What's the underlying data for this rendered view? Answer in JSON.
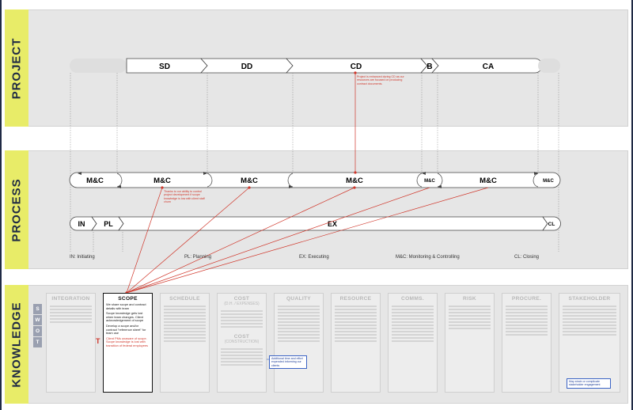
{
  "bands": {
    "project": "PROJECT",
    "process": "PROCESS",
    "knowledge": "KNOWLEDGE"
  },
  "project_phases": [
    "SD",
    "DD",
    "CD",
    "B",
    "CA"
  ],
  "process_mc": [
    "M&C",
    "M&C",
    "M&C",
    "M&C",
    "M&C",
    "M&C",
    "M&C"
  ],
  "process_steps": [
    "IN",
    "PL",
    "EX",
    "CL"
  ],
  "legend": {
    "initiating": "IN: Initiating",
    "planning": "PL: Planning",
    "executing": "EX: Executing",
    "monitoring": "M&C: Monitoring & Controlling",
    "closing": "CL: Closing"
  },
  "notes": {
    "cd": "Project is enhanced during CD as our resources are focused on producing contract documents.",
    "mc": "Thanks to our ability to control project development if scope knowledge is low with client staff churn"
  },
  "swot": [
    "S",
    "W",
    "O",
    "T"
  ],
  "knowledge_areas": [
    {
      "title": "INTEGRATION",
      "sub": ""
    },
    {
      "title": "SCOPE",
      "sub": ""
    },
    {
      "title": "SCHEDULE",
      "sub": ""
    },
    {
      "title": "COST",
      "sub": "(D.H. / EXPENSES)"
    },
    {
      "title": "QUALITY",
      "sub": ""
    },
    {
      "title": "RESOURCE",
      "sub": ""
    },
    {
      "title": "COMMS.",
      "sub": ""
    },
    {
      "title": "RISK",
      "sub": ""
    },
    {
      "title": "PROCURE.",
      "sub": ""
    },
    {
      "title": "STAKEHOLDER",
      "sub": ""
    }
  ],
  "cost_construction": {
    "title": "COST",
    "sub": "(CONSTRUCTION)"
  },
  "scope_text": {
    "p1": "We share scope and contract details with team",
    "p2": "Scope knowledge gets lost when team changes. Client acknowledgement of scope",
    "p3": "Develop a scope and/or contract \"reference sheet\" for team use",
    "red": "Client PMs unaware of scope. Scope knowledge is lost with transition of federal employees"
  },
  "threat_marker": "T",
  "blue_notes": {
    "cost": "Additional time and effort expended informing our clients",
    "stakeholder": "May strain or complicate stakeholder engagement"
  },
  "colors": {
    "accent_yellow": "#e8ec68",
    "navy": "#1f2a44",
    "red_lines": "#d0362a",
    "blue_notes": "#3a63c4"
  }
}
